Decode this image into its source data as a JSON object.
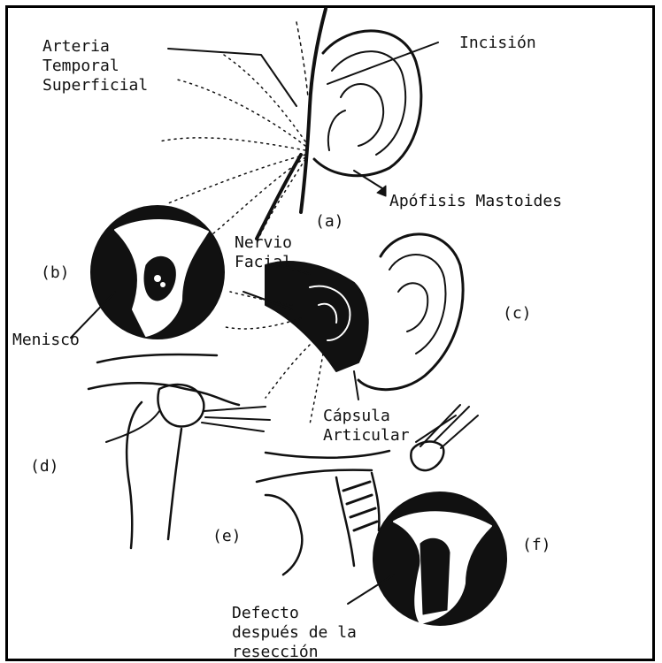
{
  "labels": {
    "arteria": "Arteria\nTemporal\nSuperficial",
    "incision": "Incisión",
    "apofisis": "Apófisis Mastoides",
    "panel_a": "(a)",
    "nervio": "Nervio\nFacial",
    "panel_b": "(b)",
    "panel_c": "(c)",
    "menisco": "Menisco",
    "capsula": "Cápsula\nArticular",
    "panel_d": "(d)",
    "panel_e": "(e)",
    "panel_f": "(f)",
    "defecto": "Defecto\ndespués de la\nresección"
  },
  "colors": {
    "ink": "#111111",
    "paper": "#ffffff"
  }
}
